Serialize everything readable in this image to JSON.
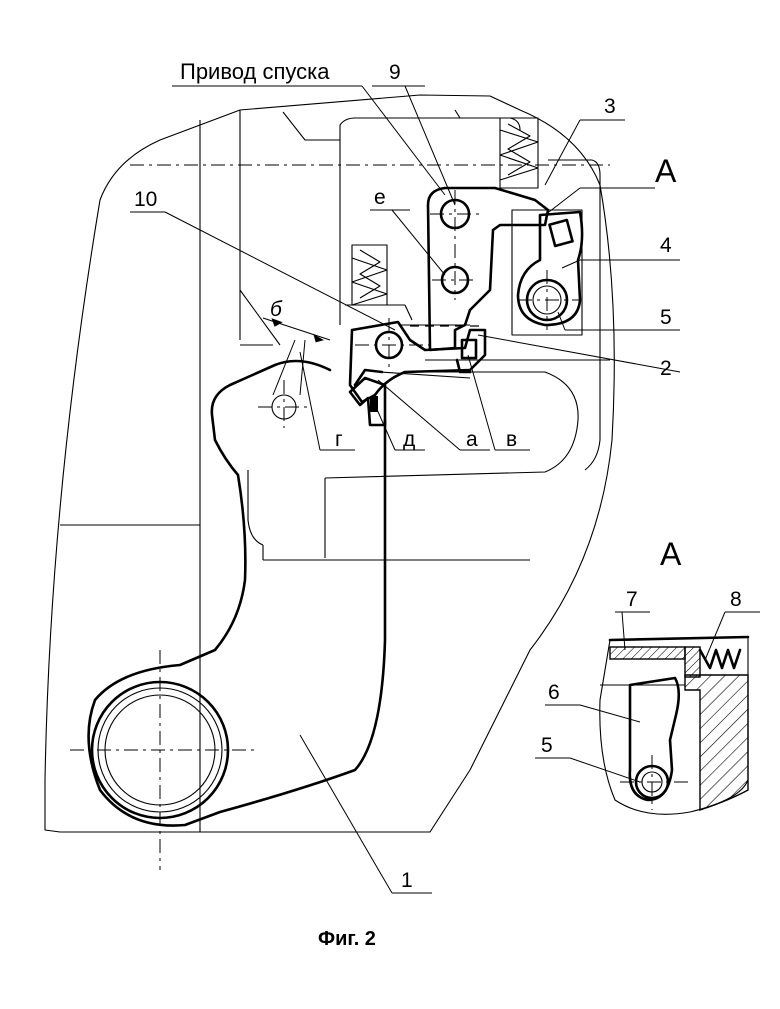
{
  "figure": {
    "caption": "Фиг. 2",
    "view_label": "А",
    "detail_title": "А"
  },
  "labels": {
    "drive": "Привод спуска",
    "n1": "1",
    "n2": "2",
    "n3": "3",
    "n4": "4",
    "n5": "5",
    "n9": "9",
    "n10": "10",
    "e": "е",
    "b": "б",
    "g": "г",
    "d": "д",
    "a": "а",
    "v": "в"
  },
  "detail_labels": {
    "n5": "5",
    "n6": "6",
    "n7": "7",
    "n8": "8"
  }
}
